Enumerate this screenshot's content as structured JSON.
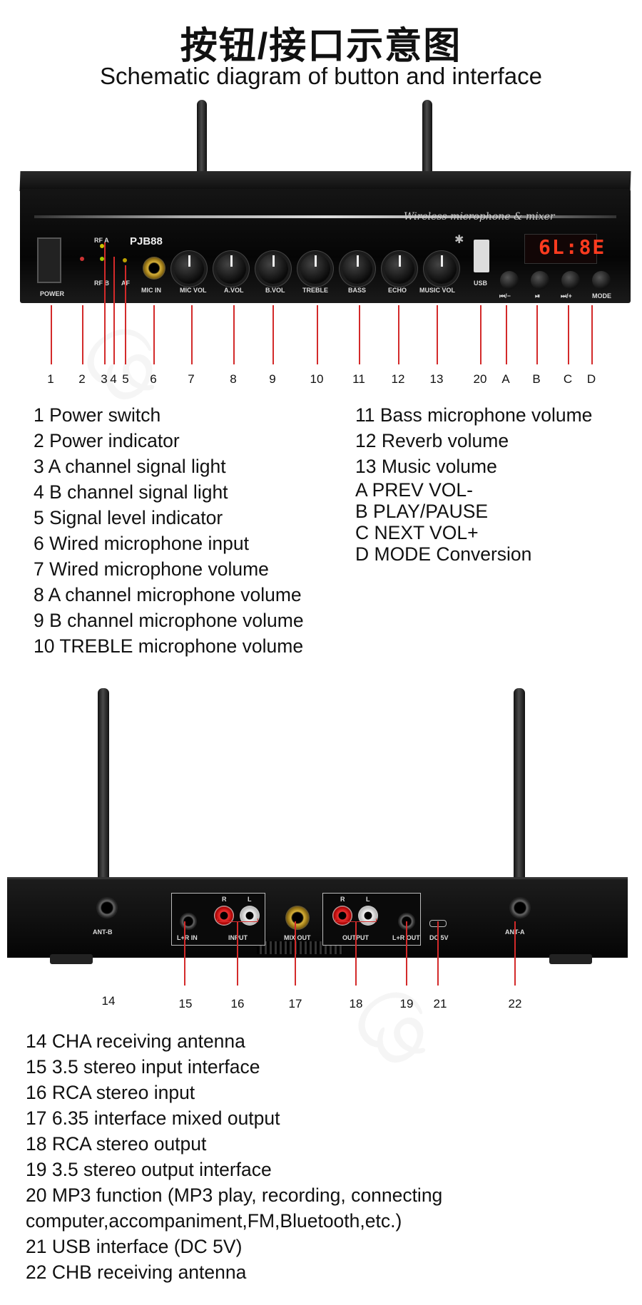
{
  "title_cn": "按钮/接口示意图",
  "title_en": "Schematic diagram of button and interface",
  "front_panel": {
    "model": "PJB88",
    "brand_text": "Wireless microphone & mixer",
    "display_text": "6L:8E",
    "power_label": "POWER",
    "rf_a_label": "RF A",
    "rf_b_label": "RF B",
    "af_label": "AF",
    "usb_label": "USB",
    "knob_labels": [
      "MIC IN",
      "MIC VOL",
      "A.VOL",
      "B.VOL",
      "TREBLE",
      "BASS",
      "ECHO",
      "MUSIC VOL"
    ],
    "button_labels": [
      "⏮/−",
      "⏯",
      "⏭/+",
      "MODE"
    ]
  },
  "front_callouts": [
    "1",
    "2",
    "3",
    "4",
    "5",
    "6",
    "7",
    "8",
    "9",
    "10",
    "11",
    "12",
    "13",
    "20",
    "A",
    "B",
    "C",
    "D"
  ],
  "front_legend_left": [
    "1 Power switch",
    "2 Power indicator",
    "3 A channel signal light",
    "4 B channel signal light",
    "5 Signal level indicator",
    "6 Wired microphone input",
    "7 Wired microphone volume",
    "8 A channel microphone volume",
    "9 B channel microphone volume",
    "10 TREBLE microphone volume"
  ],
  "front_legend_right": [
    "11 Bass microphone volume",
    "12 Reverb volume",
    "13 Music volume",
    "A PREV VOL-",
    "B PLAY/PAUSE",
    "C NEXT VOL+",
    "D MODE Conversion"
  ],
  "back_panel": {
    "ant_b_label": "ANT-B",
    "ant_a_label": "ANT-A",
    "lr_in_label": "L+R IN",
    "input_label": "INPUT",
    "mix_out_label": "MIX OUT",
    "output_label": "OUTPUT",
    "lr_out_label": "L+R OUT",
    "dc_label": "DC 5V",
    "r_label": "R",
    "l_label": "L"
  },
  "back_callouts": [
    "14",
    "15",
    "16",
    "17",
    "18",
    "19",
    "21",
    "22"
  ],
  "back_legend": [
    "14 CHA receiving antenna",
    "15 3.5 stereo input interface",
    "16 RCA stereo input",
    "17 6.35 interface mixed output",
    "18 RCA stereo output",
    "19 3.5 stereo output interface",
    "20 MP3 function (MP3 play, recording, connecting",
    "computer,accompaniment,FM,Bluetooth,etc.)",
    "21 USB interface (DC 5V)",
    "22 CHB receiving antenna"
  ]
}
